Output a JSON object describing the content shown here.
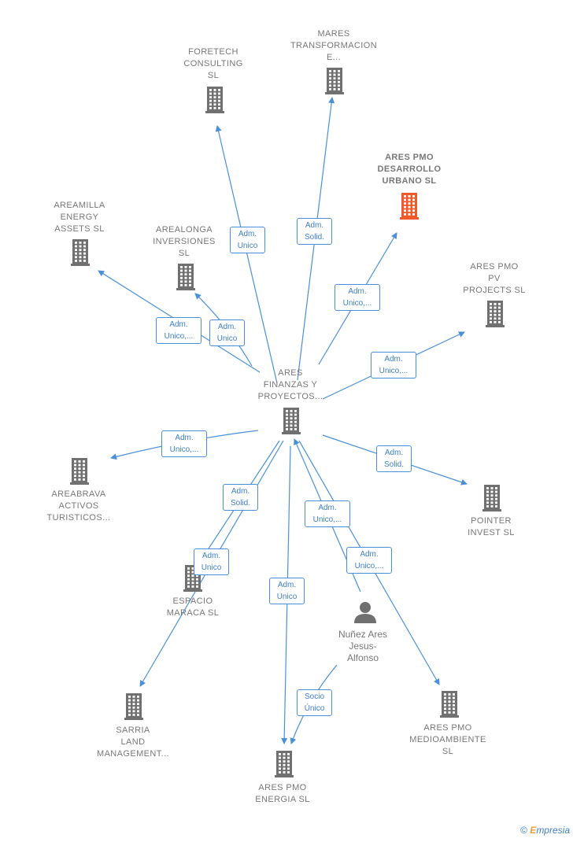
{
  "colors": {
    "edge": "#4a90d9",
    "node_default": "#707070",
    "node_highlight": "#f05a2a"
  },
  "center": {
    "label_lines": [
      "ARES",
      "FINANZAS Y",
      "PROYECTOS..."
    ],
    "icon": "building-icon"
  },
  "nodes": [
    {
      "id": "foretech",
      "label_lines": [
        "FORETECH",
        "CONSULTING",
        "SL"
      ],
      "icon": "building-icon"
    },
    {
      "id": "mares",
      "label_lines": [
        "MARES",
        "TRANSFORMACION",
        "E..."
      ],
      "icon": "building-icon"
    },
    {
      "id": "ares-pmo-desarrollo",
      "label_lines": [
        "ARES PMO",
        "DESARROLLO",
        "URBANO  SL"
      ],
      "icon": "building-icon",
      "highlight": true
    },
    {
      "id": "areamilla",
      "label_lines": [
        "AREAMILLA",
        "ENERGY",
        "ASSETS  SL"
      ],
      "icon": "building-icon"
    },
    {
      "id": "arealonga",
      "label_lines": [
        "AREALONGA",
        "INVERSIONES",
        "SL"
      ],
      "icon": "building-icon"
    },
    {
      "id": "ares-pmo-pv",
      "label_lines": [
        "ARES PMO",
        "PV",
        "PROJECTS  SL"
      ],
      "icon": "building-icon"
    },
    {
      "id": "areabrava",
      "label_lines": [
        "AREABRAVA",
        "ACTIVOS",
        "TURISTICOS..."
      ],
      "icon": "building-icon"
    },
    {
      "id": "pointer",
      "label_lines": [
        "POINTER",
        "INVEST  SL"
      ],
      "icon": "building-icon"
    },
    {
      "id": "espacio",
      "label_lines": [
        "ESPACIO",
        "MARACA  SL"
      ],
      "icon": "building-icon"
    },
    {
      "id": "nunez",
      "label_lines": [
        "Nuñez Ares",
        "Jesus-",
        "Alfonso"
      ],
      "icon": "person-icon"
    },
    {
      "id": "sarria",
      "label_lines": [
        "SARRIA",
        "LAND",
        "MANAGEMENT..."
      ],
      "icon": "building-icon"
    },
    {
      "id": "ares-pmo-energia",
      "label_lines": [
        "ARES PMO",
        "ENERGIA  SL"
      ],
      "icon": "building-icon"
    },
    {
      "id": "ares-pmo-medioambiente",
      "label_lines": [
        "ARES PMO",
        "MEDIOAMBIENTE",
        "SL"
      ],
      "icon": "building-icon"
    }
  ],
  "edges": [
    {
      "from": "center",
      "to": "foretech",
      "label_lines": [
        "Adm.",
        "Unico"
      ]
    },
    {
      "from": "center",
      "to": "mares",
      "label_lines": [
        "Adm.",
        "Solid."
      ]
    },
    {
      "from": "center",
      "to": "ares-pmo-desarrollo",
      "label_lines": [
        "Adm.",
        "Unico,..."
      ]
    },
    {
      "from": "center",
      "to": "areamilla",
      "label_lines": [
        "Adm.",
        "Unico,..."
      ]
    },
    {
      "from": "center",
      "to": "arealonga",
      "label_lines": [
        "Adm.",
        "Unico"
      ]
    },
    {
      "from": "center",
      "to": "ares-pmo-pv",
      "label_lines": [
        "Adm.",
        "Unico,..."
      ]
    },
    {
      "from": "center",
      "to": "areabrava",
      "label_lines": [
        "Adm.",
        "Unico,..."
      ]
    },
    {
      "from": "center",
      "to": "pointer",
      "label_lines": [
        "Adm.",
        "Solid."
      ]
    },
    {
      "from": "center",
      "to": "espacio",
      "label_lines": [
        "Adm.",
        "Solid."
      ]
    },
    {
      "from": "center",
      "to": "sarria",
      "label_lines": [
        "Adm.",
        "Unico"
      ]
    },
    {
      "from": "center",
      "to": "ares-pmo-energia",
      "label_lines": [
        "Adm.",
        "Unico"
      ]
    },
    {
      "from": "nunez",
      "to": "center",
      "label_lines": [
        "Adm.",
        "Unico,..."
      ]
    },
    {
      "from": "center",
      "to": "ares-pmo-medioambiente",
      "label_lines": [
        "Adm.",
        "Unico,..."
      ]
    },
    {
      "from": "nunez",
      "to": "ares-pmo-energia",
      "label_lines": [
        "Socio",
        "Único"
      ]
    }
  ],
  "footer": {
    "copyright": "©",
    "brand_initial": "E",
    "brand_rest": "mpresia"
  }
}
